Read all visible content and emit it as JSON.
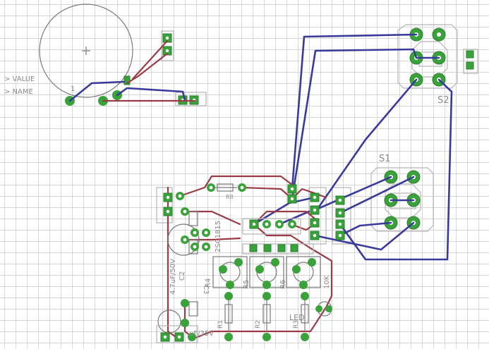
{
  "labels": {
    "value": "> VALUE",
    "name": "> NAME",
    "pin_one": "1",
    "s1": "S1",
    "s2": "S2",
    "r8": "R8",
    "u1": "2SC1815",
    "c2": "4.7uF/50V",
    "c2_name": "C2",
    "c3": "C3",
    "c3_val": "uF/35V",
    "r4": "R4",
    "r5": "R5",
    "r6": "R6",
    "pot_val": "10K",
    "r1": "R1",
    "r2": "R2",
    "r3": "R3",
    "led": "LED"
  },
  "colors": {
    "top_copper": "#9b3b48",
    "bottom_copper": "#3a3a9c",
    "pad": "#3aa23a",
    "silkscreen": "#b4b4b4",
    "grid": "#d6d6d6"
  }
}
